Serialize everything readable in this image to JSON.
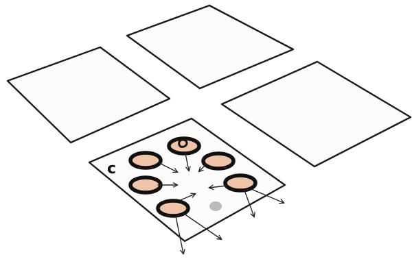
{
  "diagram": {
    "panel_label": "c",
    "colors": {
      "paper": "#ffffff",
      "panel_fill": "#fdfcfa",
      "ink": "#111111",
      "cell_fill": "#f0c4a8",
      "stain": "#9a9a9a"
    },
    "panels": [
      "blank-panel",
      "blank-panel",
      "blank-panel",
      "panel-c"
    ],
    "cells_in_panel_c": 6
  }
}
